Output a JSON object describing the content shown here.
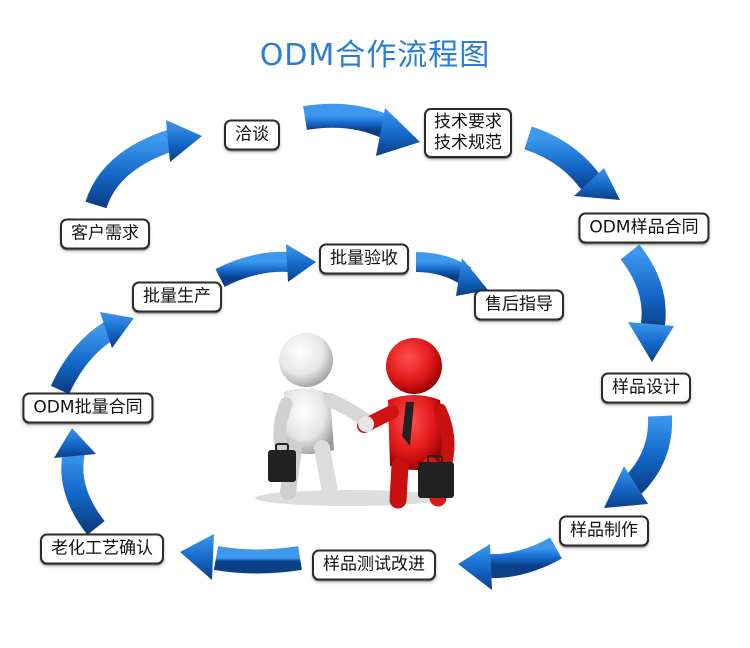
{
  "title": "ODM合作流程图",
  "colors": {
    "arrow": "#1a78d8",
    "arrow_dark": "#0b3f86",
    "title": "#2a7fd4",
    "person_left": "#e6e6e6",
    "person_right": "#e01818"
  },
  "steps": {
    "negotiation": "洽谈",
    "tech_req_line1": "技术要求",
    "tech_req_line2": "技术规范",
    "odm_sample_contract": "ODM样品合同",
    "sample_design": "样品设计",
    "sample_making": "样品制作",
    "sample_test": "样品测试改进",
    "aging": "老化工艺确认",
    "odm_batch_contract": "ODM批量合同",
    "batch_production": "批量生产",
    "batch_acceptance": "批量验收",
    "after_sales": "售后指导",
    "customer_demand": "客户需求"
  },
  "illustration": "handshake-figures"
}
